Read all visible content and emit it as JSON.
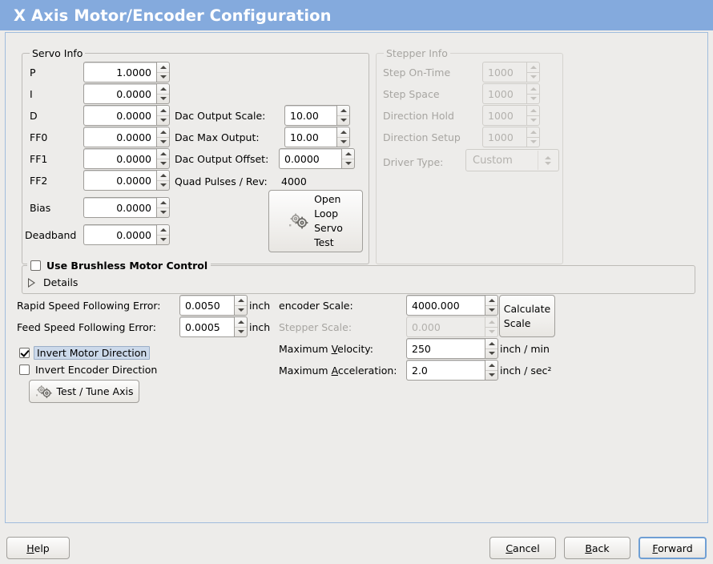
{
  "window": {
    "title": "X Axis Motor/Encoder Configuration",
    "title_bg": "#84aadd",
    "body_bg": "#edecea",
    "border_color": "#a0bcdd"
  },
  "servo_info": {
    "legend": "Servo Info",
    "enabled": true,
    "rows": [
      {
        "label": "P",
        "value": "1.0000"
      },
      {
        "label": "I",
        "value": "0.0000"
      },
      {
        "label": "D",
        "value": "0.0000"
      },
      {
        "label": "FF0",
        "value": "0.0000"
      },
      {
        "label": "FF1",
        "value": "0.0000"
      },
      {
        "label": "FF2",
        "value": "0.0000"
      },
      {
        "label": "Bias",
        "value": "0.0000"
      },
      {
        "label": "Deadband",
        "value": "0.0000"
      }
    ],
    "dac": [
      {
        "label": "Dac Output Scale:",
        "value": "10.00"
      },
      {
        "label": "Dac Max Output:",
        "value": "10.00"
      },
      {
        "label": "Dac Output Offset:",
        "value": "0.0000"
      }
    ],
    "quad_pulses_label": "Quad Pulses / Rev:",
    "quad_pulses_value": "4000",
    "open_loop_button": {
      "icon": "gears-icon",
      "lines": [
        "Open",
        "Loop",
        "Servo",
        "Test"
      ]
    }
  },
  "stepper_info": {
    "legend": "Stepper Info",
    "enabled": false,
    "rows": [
      {
        "label": "Step On-Time",
        "value": "1000"
      },
      {
        "label": "Step Space",
        "value": "1000"
      },
      {
        "label": "Direction Hold",
        "value": "1000"
      },
      {
        "label": "Direction Setup",
        "value": "1000"
      }
    ],
    "driver_type_label": "Driver Type:",
    "driver_type_value": "Custom"
  },
  "brushless": {
    "checkbox_label": "Use Brushless Motor Control",
    "checked": false,
    "details_label": "Details",
    "details_expanded": false
  },
  "errors": {
    "rapid_label": "Rapid Speed Following Error:",
    "rapid_value": "0.0050",
    "rapid_unit": "inch",
    "feed_label": "Feed Speed Following Error:",
    "feed_value": "0.0005",
    "feed_unit": "inch"
  },
  "inverts": {
    "motor_label": "Invert Motor Direction",
    "motor_checked": true,
    "motor_focused": true,
    "encoder_label": "Invert Encoder Direction",
    "encoder_checked": false
  },
  "test_tune_button": {
    "label": "Test / Tune Axis",
    "icon": "gears-icon"
  },
  "scales": {
    "encoder_label": "encoder Scale:",
    "encoder_value": "4000.000",
    "encoder_enabled": true,
    "stepper_label": "Stepper Scale:",
    "stepper_value": "0.000",
    "stepper_enabled": false,
    "calculate_button_lines": [
      "Calculate",
      "Scale"
    ],
    "max_velocity_label_pre": "Maximum ",
    "max_velocity_label_mnemonic": "V",
    "max_velocity_label_post": "elocity:",
    "max_velocity_value": "250",
    "max_velocity_unit": "inch / min",
    "max_accel_label_pre": "Maximum ",
    "max_accel_label_mnemonic": "A",
    "max_accel_label_post": "cceleration:",
    "max_accel_value": "2.0",
    "max_accel_unit": "inch / sec²"
  },
  "footer": {
    "help": {
      "pre": "",
      "mnemonic": "H",
      "post": "elp"
    },
    "cancel": {
      "pre": "",
      "mnemonic": "C",
      "post": "ancel"
    },
    "back": {
      "pre": "",
      "mnemonic": "B",
      "post": "ack"
    },
    "forward": {
      "pre": "",
      "mnemonic": "F",
      "post": "orward",
      "focused": true
    }
  }
}
